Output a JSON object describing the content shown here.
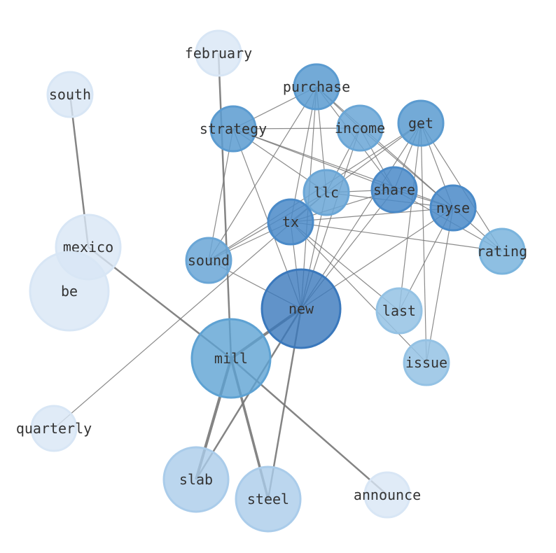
{
  "nodes": [
    {
      "id": "february",
      "label": "february",
      "color": "#d8e6f5",
      "opacity": 0.8
    },
    {
      "id": "south",
      "label": "south",
      "color": "#d8e6f5",
      "opacity": 0.8
    },
    {
      "id": "purchase",
      "label": "purchase",
      "color": "#5b9bd0",
      "opacity": 0.85
    },
    {
      "id": "strategy",
      "label": "strategy",
      "color": "#5b9bd0",
      "opacity": 0.85
    },
    {
      "id": "income",
      "label": "income",
      "color": "#6aa6d6",
      "opacity": 0.85
    },
    {
      "id": "get",
      "label": "get",
      "color": "#5b9bd0",
      "opacity": 0.85
    },
    {
      "id": "llc",
      "label": "llc",
      "color": "#6aa6d6",
      "opacity": 0.85
    },
    {
      "id": "share",
      "label": "share",
      "color": "#4a8ac8",
      "opacity": 0.85
    },
    {
      "id": "nyse",
      "label": "nyse",
      "color": "#4a8ac8",
      "opacity": 0.85
    },
    {
      "id": "tx",
      "label": "tx",
      "color": "#4a8ac8",
      "opacity": 0.85
    },
    {
      "id": "mexico",
      "label": "mexico",
      "color": "#d8e6f5",
      "opacity": 0.8
    },
    {
      "id": "be",
      "label": "be",
      "color": "#d8e6f5",
      "opacity": 0.8
    },
    {
      "id": "sound",
      "label": "sound",
      "color": "#6aa6d6",
      "opacity": 0.85
    },
    {
      "id": "rating",
      "label": "rating",
      "color": "#7ab4dd",
      "opacity": 0.85
    },
    {
      "id": "new",
      "label": "new",
      "color": "#3a78bc",
      "opacity": 0.8
    },
    {
      "id": "last",
      "label": "last",
      "color": "#94c2e4",
      "opacity": 0.85
    },
    {
      "id": "issue",
      "label": "issue",
      "color": "#94c2e4",
      "opacity": 0.85
    },
    {
      "id": "mill",
      "label": "mill",
      "color": "#5ea2d3",
      "opacity": 0.8
    },
    {
      "id": "quarterly",
      "label": "quarterly",
      "color": "#d8e6f5",
      "opacity": 0.8
    },
    {
      "id": "slab",
      "label": "slab",
      "color": "#aaccea",
      "opacity": 0.8
    },
    {
      "id": "steel",
      "label": "steel",
      "color": "#aaccea",
      "opacity": 0.8
    },
    {
      "id": "announce",
      "label": "announce",
      "color": "#d8e6f5",
      "opacity": 0.8
    }
  ],
  "edges": [
    {
      "source": "february",
      "target": "mill",
      "weight": 2.5
    },
    {
      "source": "south",
      "target": "mexico",
      "weight": 2.5
    },
    {
      "source": "mexico",
      "target": "mill",
      "weight": 2.5
    },
    {
      "source": "mill",
      "target": "announce",
      "weight": 2.5
    },
    {
      "source": "mill",
      "target": "slab",
      "weight": 4
    },
    {
      "source": "mill",
      "target": "steel",
      "weight": 3.5
    },
    {
      "source": "new",
      "target": "mill",
      "weight": 4
    },
    {
      "source": "new",
      "target": "slab",
      "weight": 2.5
    },
    {
      "source": "new",
      "target": "steel",
      "weight": 2.5
    },
    {
      "source": "purchase",
      "target": "strategy",
      "weight": 1.2
    },
    {
      "source": "purchase",
      "target": "income",
      "weight": 1.2
    },
    {
      "source": "purchase",
      "target": "llc",
      "weight": 1.2
    },
    {
      "source": "purchase",
      "target": "share",
      "weight": 1.2
    },
    {
      "source": "purchase",
      "target": "nyse",
      "weight": 1.2
    },
    {
      "source": "purchase",
      "target": "new",
      "weight": 1.2
    },
    {
      "source": "purchase",
      "target": "sound",
      "weight": 1.2
    },
    {
      "source": "purchase",
      "target": "tx",
      "weight": 1.2
    },
    {
      "source": "strategy",
      "target": "income",
      "weight": 1.2
    },
    {
      "source": "strategy",
      "target": "share",
      "weight": 1.2
    },
    {
      "source": "strategy",
      "target": "nyse",
      "weight": 1.2
    },
    {
      "source": "strategy",
      "target": "llc",
      "weight": 1.2
    },
    {
      "source": "strategy",
      "target": "new",
      "weight": 1.2
    },
    {
      "source": "strategy",
      "target": "sound",
      "weight": 1.2
    },
    {
      "source": "income",
      "target": "llc",
      "weight": 1.2
    },
    {
      "source": "income",
      "target": "new",
      "weight": 1.2
    },
    {
      "source": "income",
      "target": "nyse",
      "weight": 1.2
    },
    {
      "source": "income",
      "target": "share",
      "weight": 1.2
    },
    {
      "source": "get",
      "target": "share",
      "weight": 1.2
    },
    {
      "source": "get",
      "target": "llc",
      "weight": 1.2
    },
    {
      "source": "get",
      "target": "nyse",
      "weight": 1.2
    },
    {
      "source": "get",
      "target": "rating",
      "weight": 1.2
    },
    {
      "source": "get",
      "target": "last",
      "weight": 1.2
    },
    {
      "source": "get",
      "target": "issue",
      "weight": 1.2
    },
    {
      "source": "get",
      "target": "new",
      "weight": 1.2
    },
    {
      "source": "get",
      "target": "sound",
      "weight": 1.2
    },
    {
      "source": "llc",
      "target": "share",
      "weight": 1.2
    },
    {
      "source": "llc",
      "target": "tx",
      "weight": 1.2
    },
    {
      "source": "llc",
      "target": "nyse",
      "weight": 1.2
    },
    {
      "source": "llc",
      "target": "new",
      "weight": 1.2
    },
    {
      "source": "llc",
      "target": "sound",
      "weight": 1.2
    },
    {
      "source": "llc",
      "target": "quarterly",
      "weight": 1.2
    },
    {
      "source": "share",
      "target": "tx",
      "weight": 1.2
    },
    {
      "source": "share",
      "target": "nyse",
      "weight": 1.2
    },
    {
      "source": "share",
      "target": "new",
      "weight": 1.2
    },
    {
      "source": "share",
      "target": "rating",
      "weight": 1.2
    },
    {
      "source": "nyse",
      "target": "tx",
      "weight": 1.2
    },
    {
      "source": "nyse",
      "target": "new",
      "weight": 1.2
    },
    {
      "source": "nyse",
      "target": "last",
      "weight": 1.2
    },
    {
      "source": "nyse",
      "target": "issue",
      "weight": 1.2
    },
    {
      "source": "nyse",
      "target": "rating",
      "weight": 1.2
    },
    {
      "source": "tx",
      "target": "sound",
      "weight": 1.2
    },
    {
      "source": "tx",
      "target": "new",
      "weight": 1.2
    },
    {
      "source": "tx",
      "target": "last",
      "weight": 1.2
    },
    {
      "source": "tx",
      "target": "issue",
      "weight": 1.2
    },
    {
      "source": "tx",
      "target": "rating",
      "weight": 1.2
    },
    {
      "source": "sound",
      "target": "new",
      "weight": 1.2
    }
  ]
}
